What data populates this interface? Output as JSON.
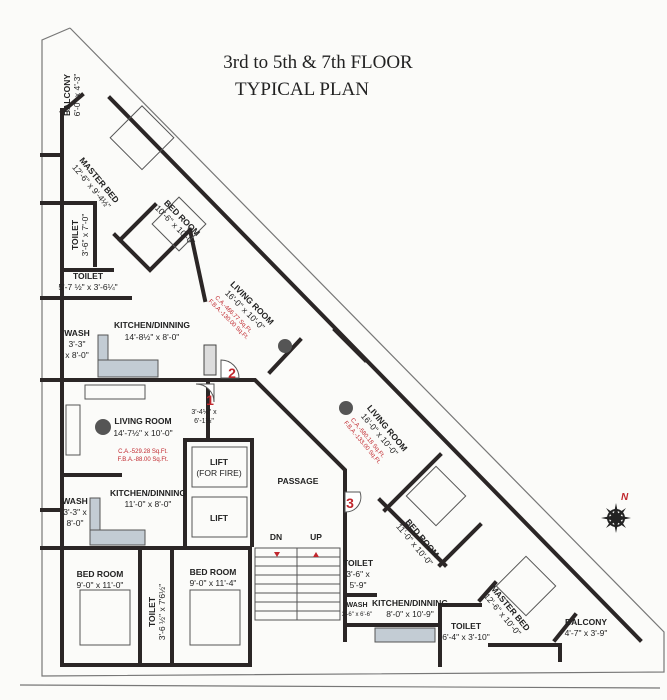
{
  "title": {
    "line1": "3rd to 5th & 7th FLOOR",
    "line2": "TYPICAL PLAN"
  },
  "colors": {
    "wall": "#2b2626",
    "area_text": "#c0272d",
    "kitchen_counter": "#c3ccd4"
  },
  "rooms": {
    "balcony_top": {
      "name": "BALCONY",
      "size": "6'-0\" x 4'-3\""
    },
    "master_bed_top": {
      "name": "MASTER BED",
      "size": "12'-6\" x 9'-4½\""
    },
    "toilet_top_a": {
      "name": "TOILET",
      "size": "3'-6\" x 7'-0\""
    },
    "toilet_top_b": {
      "name": "TOILET",
      "size": "5'-7 ½\" x 3'-6¼\""
    },
    "bed_room_top": {
      "name": "BED ROOM",
      "size": "10'-6\" x 10'-0\""
    },
    "living_room_top": {
      "name": "LIVING ROOM",
      "size": "16'-0\" x 10'-0\"",
      "ca": "C.A.-466.77 Sq.Ft.",
      "fba": "F.B.A.-130.00 Sq.Ft."
    },
    "wash_top": {
      "name": "WASH",
      "size1": "3'-3\"",
      "size2": "x 8'-0\""
    },
    "kitchen_top": {
      "name": "KITCHEN/DINNING",
      "size": "14'-8½\" x 8'-0\""
    },
    "living_room_left": {
      "name": "LIVING ROOM",
      "size": "14'-7½\" x 10'-0\"",
      "ca": "C.A.-529.28 Sq.Ft.",
      "fba": "F.B.A.-88.00 Sq.Ft."
    },
    "lobby": {
      "size1": "3'-4½\" x",
      "size2": "6'-1½\""
    },
    "lift_fire": {
      "name": "LIFT",
      "sub": "(FOR FIRE)"
    },
    "lift": {
      "name": "LIFT"
    },
    "passage": {
      "name": "PASSAGE"
    },
    "kitchen_left": {
      "name": "KITCHEN/DINNING",
      "size": "11'-0\" x 8'-0\""
    },
    "wash_left": {
      "name": "WASH",
      "size1": "3'-3\" x",
      "size2": "8'-0\""
    },
    "bed_room_a": {
      "name": "BED ROOM",
      "size": "9'-0\" x 11'-0\""
    },
    "bed_room_b": {
      "name": "BED ROOM",
      "size": "9'-0\" x 11'-4\""
    },
    "toilet_bottom": {
      "name": "TOILET",
      "size": "3'-6 ½\" x 7'6½\""
    },
    "stairs": {
      "down": "DN",
      "up": "UP"
    },
    "toilet_right": {
      "name": "TOILET",
      "size1": "3'-6\" x",
      "size2": "5'-9\""
    },
    "wash_right": {
      "name": "WASH",
      "size": "3'-6\" x 6'-6\""
    },
    "kitchen_right": {
      "name": "KITCHEN/DINNING",
      "size": "8'-0\" x 10'-9\""
    },
    "toilet_right_b": {
      "name": "TOILET",
      "size": "6'-4\" x 3'-10\""
    },
    "master_bed_right": {
      "name": "MASTER BED",
      "size": "12'-6\" x 10'-0\""
    },
    "balcony_right": {
      "name": "BALCONY",
      "size": "4'-7\" x 3'-9\""
    },
    "bed_room_right": {
      "name": "BED ROOM",
      "size": "11'-0\" x 10'-0\""
    },
    "living_room_right": {
      "name": "LIVING ROOM",
      "size": "16'-0\" x 10'-0\"",
      "ca": "C.A.-580.18 Sq.Ft.",
      "fba": "F.B.A.-133.00 Sq.Ft."
    }
  },
  "doors": [
    "1",
    "2",
    "3"
  ],
  "compass": {
    "label": "N",
    "icon": "compass-rose-icon"
  }
}
